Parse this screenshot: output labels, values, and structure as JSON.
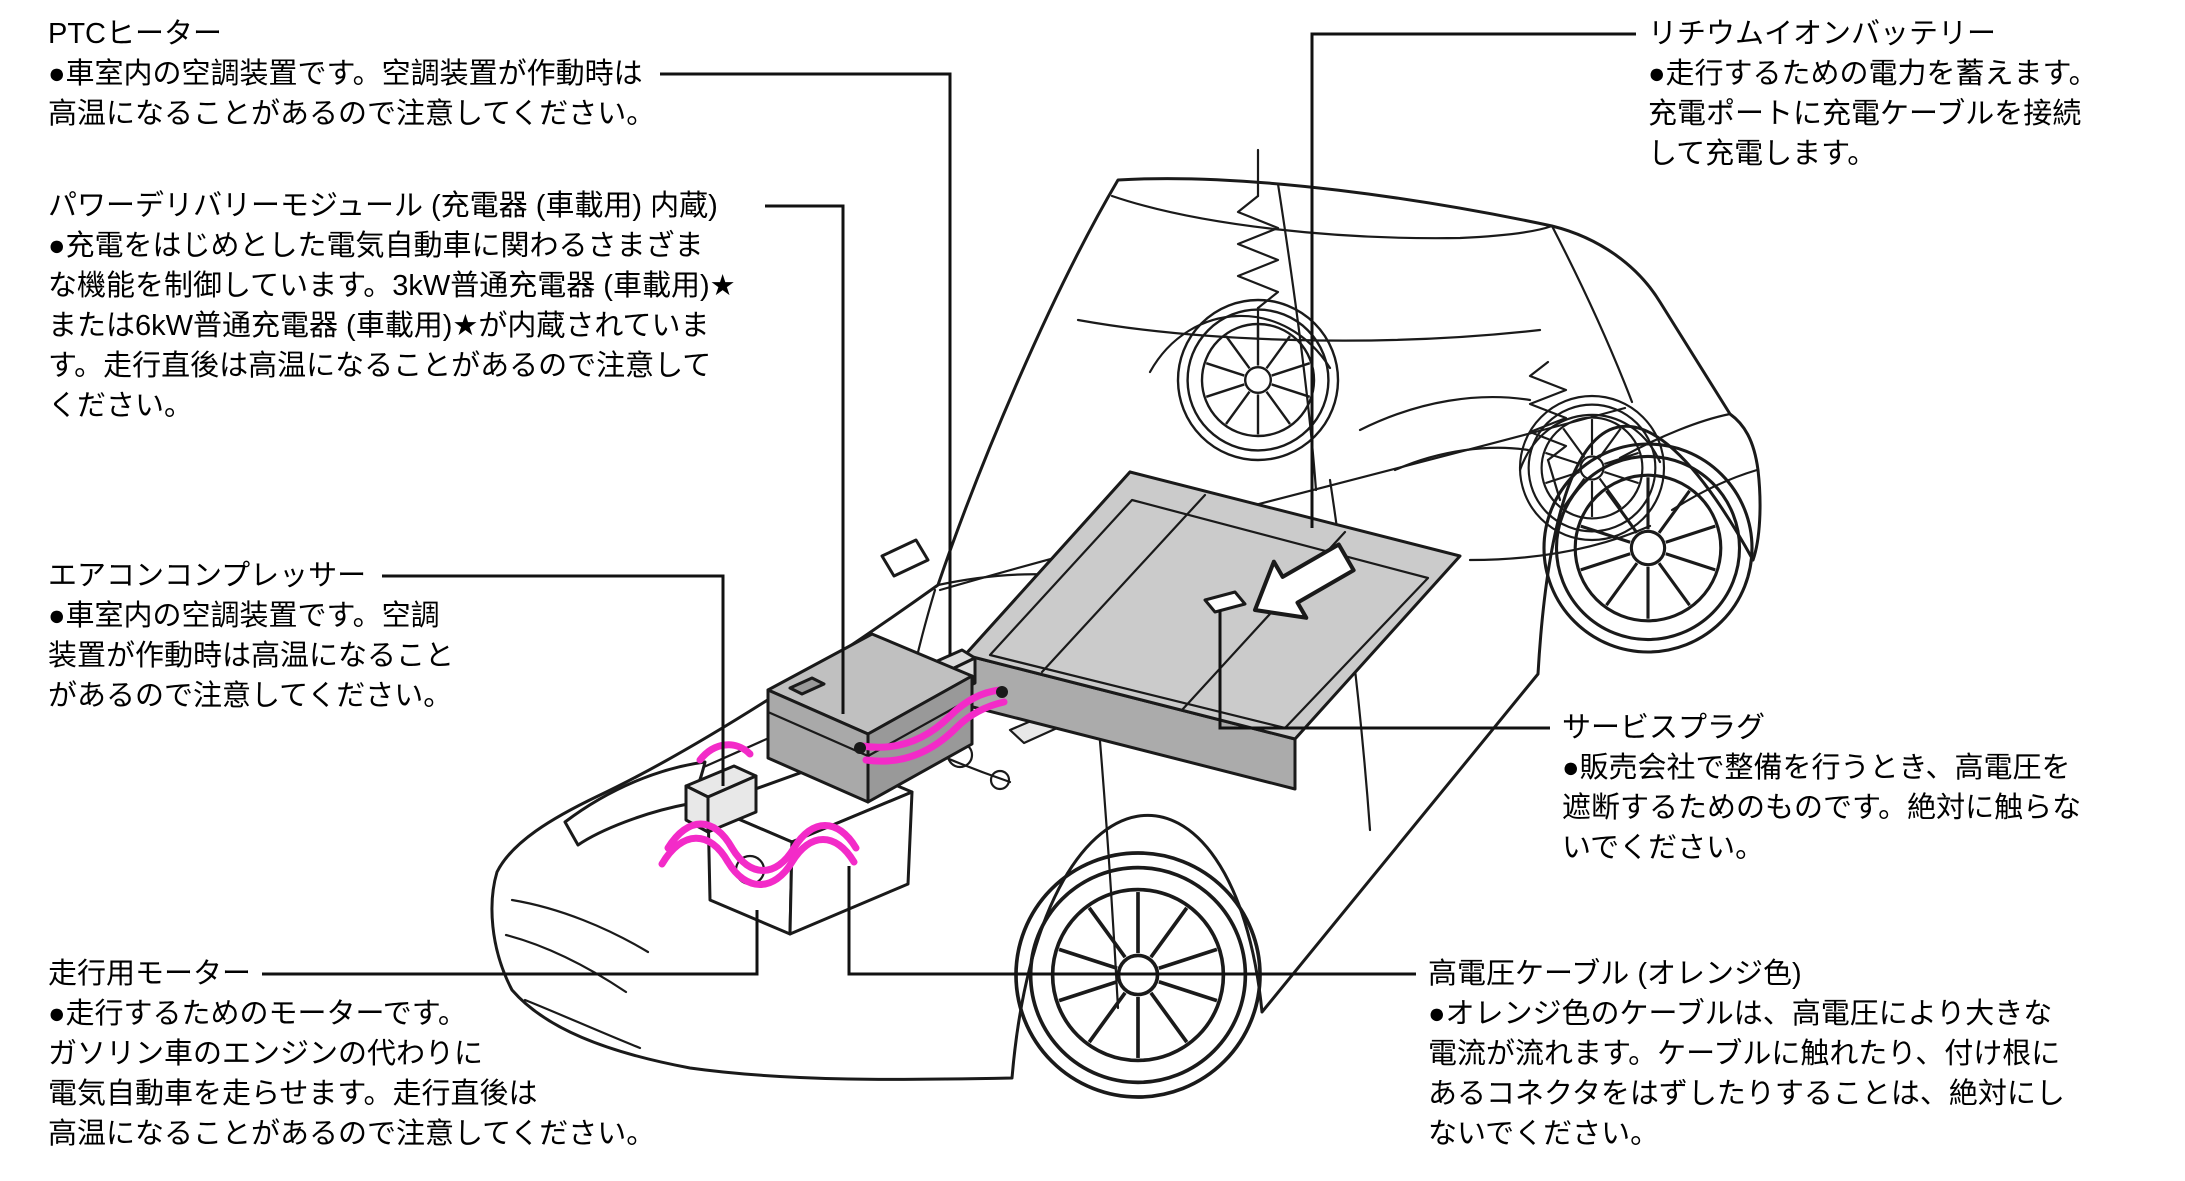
{
  "callouts": [
    {
      "id": "ptc-heater",
      "title": "PTCヒーター",
      "lines": [
        "●車室内の空調装置です。空調装置が作動時は",
        "高温になることがあるので注意してください。"
      ]
    },
    {
      "id": "power-delivery-module",
      "title": "パワーデリバリーモジュール (充電器 (車載用) 内蔵)",
      "lines": [
        "●充電をはじめとした電気自動車に関わるさまざま",
        "な機能を制御しています。3kW普通充電器 (車載用)★",
        "または6kW普通充電器 (車載用)★が内蔵されていま",
        "す。走行直後は高温になることがあるので注意して",
        "ください。"
      ]
    },
    {
      "id": "ac-compressor",
      "title": "エアコンコンプレッサー",
      "lines": [
        "●車室内の空調装置です。空調",
        "装置が作動時は高温になること",
        "があるので注意してください。"
      ]
    },
    {
      "id": "traction-motor",
      "title": "走行用モーター",
      "lines": [
        "●走行するためのモーターです。",
        "ガソリン車のエンジンの代わりに",
        "電気自動車を走らせます。走行直後は",
        "高温になることがあるので注意してください。"
      ]
    },
    {
      "id": "lithium-ion-battery",
      "title": "リチウムイオンバッテリー",
      "lines": [
        "●走行するための電力を蓄えます。",
        "充電ポートに充電ケーブルを接続",
        "して充電します。"
      ]
    },
    {
      "id": "service-plug",
      "title": "サービスプラグ",
      "lines": [
        "●販売会社で整備を行うとき、高電圧を",
        "遮断するためのものです。絶対に触らな",
        "いでください。"
      ]
    },
    {
      "id": "high-voltage-cable",
      "title": "高電圧ケーブル (オレンジ色)",
      "lines": [
        "●オレンジ色のケーブルは、高電圧により大きな",
        "電流が流れます。ケーブルに触れたり、付け根に",
        "あるコネクタをはずしたりすることは、絶対にし",
        "ないでください。"
      ]
    }
  ],
  "colors": {
    "outline": "#1a1a1a",
    "leader": "#111111",
    "hv_cable": "#f32bc8",
    "battery_top": "#cbcbcb",
    "battery_side": "#ababab",
    "battery_front": "#b8b8b8",
    "pdm_top": "#c0c0c0",
    "pdm_front": "#a9a9a9",
    "pdm_side": "#999999",
    "background": "#ffffff"
  }
}
